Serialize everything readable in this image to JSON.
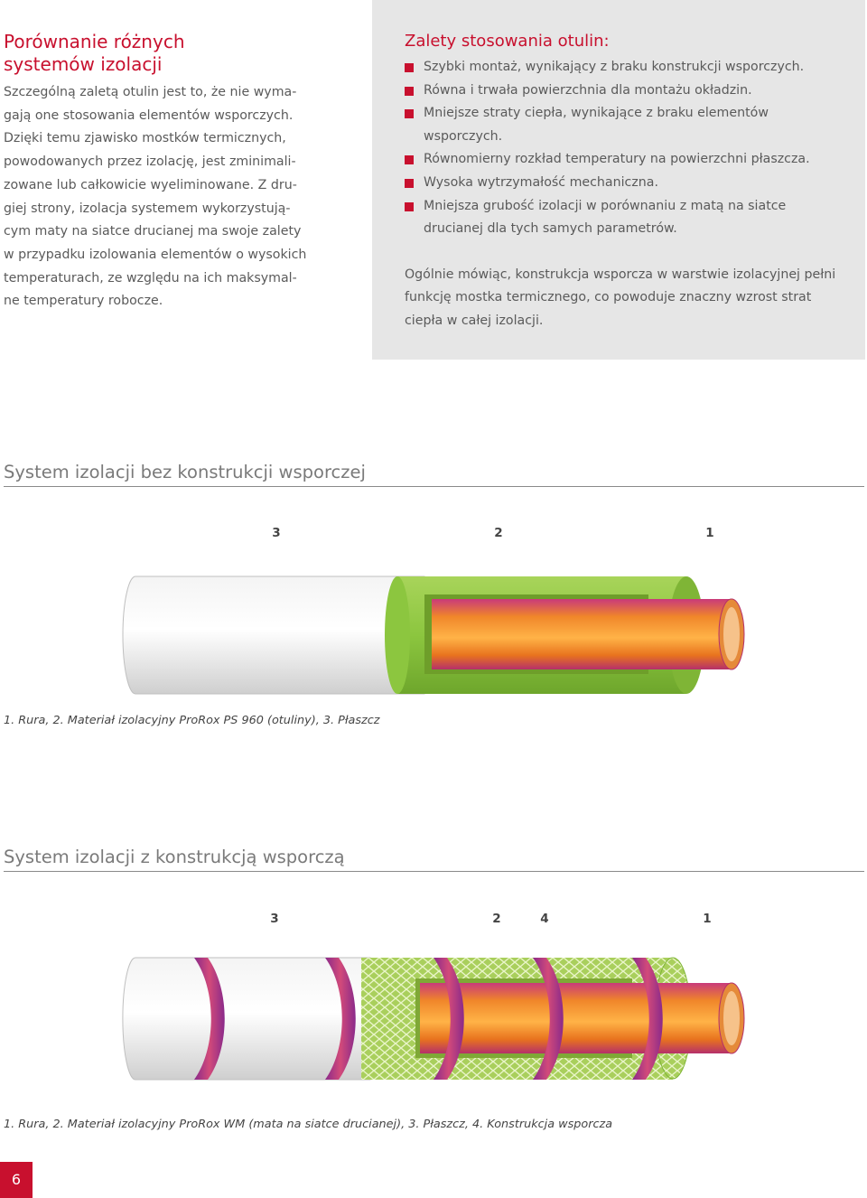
{
  "intro": {
    "title_line1": "Porównanie różnych",
    "title_line2": "systemów izolacji",
    "lines": [
      "Szczególną zaletą otulin jest to, że nie wyma-",
      "gają one stosowania elementów wsporczych.",
      "Dzięki temu zjawisko mostków termicznych,",
      "powodowanych przez izolację, jest zminimali-",
      "zowane lub całkowicie wyeliminowane. Z dru-",
      "giej strony, izolacja systemem wykorzystują-",
      "cym maty na siatce drucianej ma swoje zalety",
      "w przypadku izolowania elementów o wysokich",
      "temperaturach, ze względu na ich maksymal-",
      "ne temperatury robocze."
    ]
  },
  "benefits": {
    "title": "Zalety stosowania otulin:",
    "items": [
      "Szybki montaż, wynikający z braku konstrukcji wsporczych.",
      "Równa i trwała powierzchnia dla montażu okładzin.",
      "Mniejsze straty ciepła, wynikające z braku elementów wsporczych.",
      "Równomierny rozkład temperatury na powierzchni płaszcza.",
      "Wysoka wytrzymałość mechaniczna.",
      "Mniejsza grubość izolacji w porównaniu z matą na siatce drucianej dla tych samych parametrów."
    ],
    "summary": "Ogólnie mówiąc, konstrukcja wsporcza w warstwie izolacyjnej pełni funkcję mostka termicznego, co powoduje znaczny wzrost strat ciepła w całej izolacji."
  },
  "section1": {
    "title": "System izolacji bez konstrukcji wsporczej",
    "labels": [
      "3",
      "2",
      "1"
    ],
    "caption": "1. Rura, 2. Materiał izolacyjny ProRox PS 960 (otuliny), 3. Płaszcz"
  },
  "section2": {
    "title": "System izolacji z konstrukcją wsporczą",
    "labels": [
      "3",
      "2",
      "4",
      "1"
    ],
    "caption": "1. Rura, 2. Materiał izolacyjny ProRox WM (mata na siatce drucianej), 3. Płaszcz, 4. Konstrukcja wsporcza"
  },
  "colors": {
    "accent": "#c8102e",
    "insulation_green": "#8cc63f",
    "pipe_orange": "#e8731e",
    "support_magenta": "#b0306e"
  },
  "page_number": "6"
}
